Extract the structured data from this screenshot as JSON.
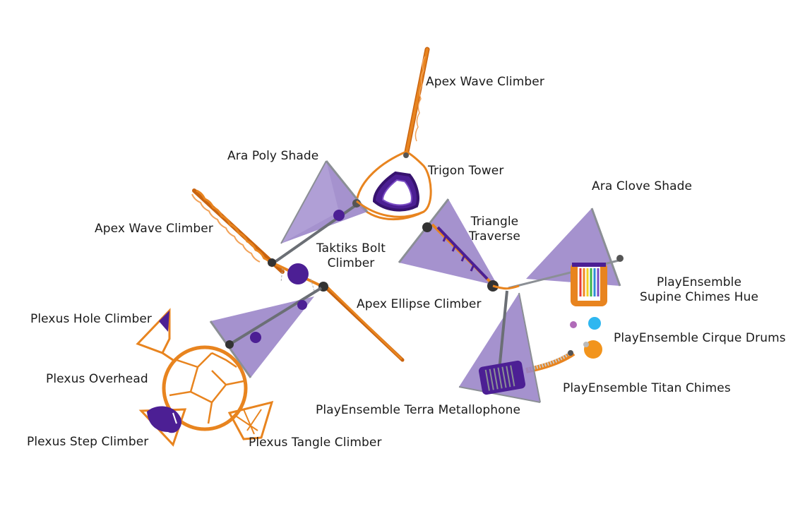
{
  "colors": {
    "post": "#e8841f",
    "post_dark": "#c96410",
    "shade": "#9b86c9",
    "shade_light": "#b7a8dc",
    "purple": "#4c1f94",
    "purple_dark": "#37136f",
    "steel": "#8b8f95",
    "text": "#1a1a1a"
  },
  "labels": {
    "apex_wave_top": "Apex Wave Climber",
    "trigon_tower": "Trigon Tower",
    "ara_poly_shade": "Ara Poly Shade",
    "ara_clove_shade": "Ara Clove Shade",
    "apex_wave_left": "Apex Wave Climber",
    "triangle_traverse_1": "Triangle",
    "triangle_traverse_2": "Traverse",
    "taktiks_bolt_1": "Taktiks Bolt",
    "taktiks_bolt_2": "Climber",
    "supine_chimes_1": "PlayEnsemble",
    "supine_chimes_2": "Supine Chimes Hue",
    "apex_ellipse": "Apex Ellipse Climber",
    "plexus_hole": "Plexus Hole Climber",
    "cirque_drums": "PlayEnsemble Cirque Drums",
    "plexus_overhead": "Plexus Overhead",
    "titan_chimes": "PlayEnsemble Titan Chimes",
    "terra_metallophone": "PlayEnsemble Terra Metallophone",
    "plexus_step": "Plexus Step Climber",
    "plexus_tangle": "Plexus Tangle Climber"
  }
}
